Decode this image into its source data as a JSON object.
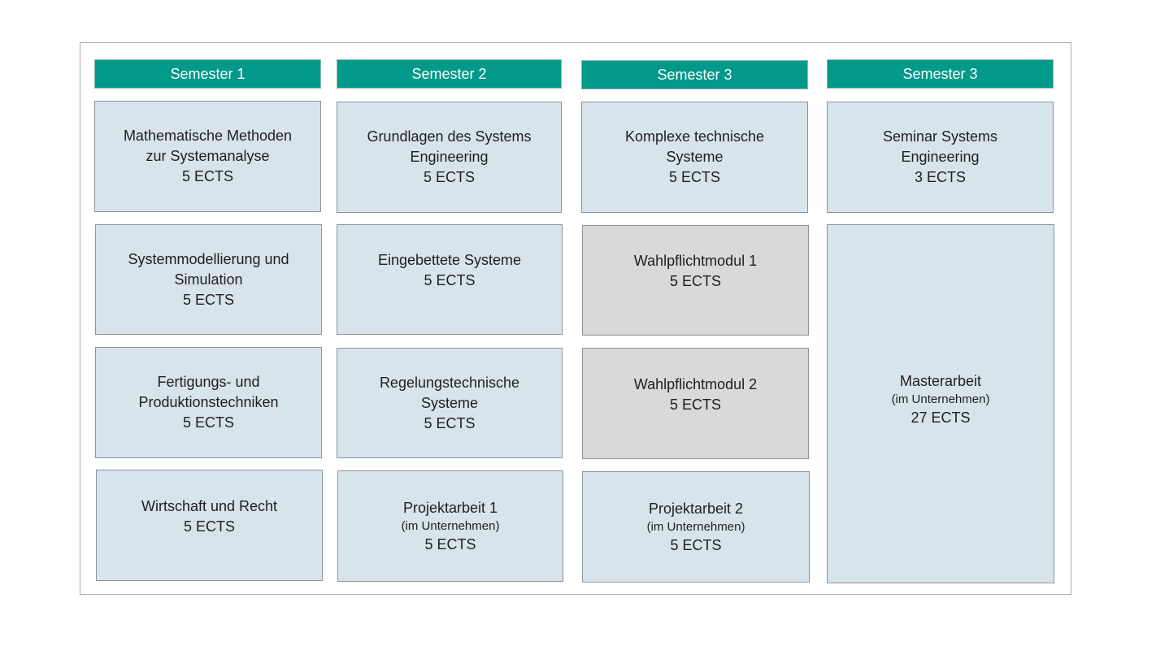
{
  "semesters": [
    {
      "header": "Semester 1",
      "modules": [
        {
          "title": "Mathematische Methoden\nzur Systemanalyse",
          "ects": "5 ECTS"
        },
        {
          "title": "Systemmodellierung und\nSimulation",
          "ects": "5 ECTS"
        },
        {
          "title": "Fertigungs- und\nProduktionstechniken",
          "ects": "5 ECTS"
        },
        {
          "title": "Wirtschaft und Recht",
          "ects": "5 ECTS"
        }
      ]
    },
    {
      "header": "Semester 2",
      "modules": [
        {
          "title": "Grundlagen des Systems\nEngineering",
          "ects": "5 ECTS"
        },
        {
          "title": "Eingebettete Systeme",
          "ects": "5 ECTS"
        },
        {
          "title": "Regelungstechnische\nSysteme",
          "ects": "5 ECTS"
        },
        {
          "title": "Projektarbeit 1",
          "note": "(im Unternehmen)",
          "ects": "5 ECTS"
        }
      ]
    },
    {
      "header": "Semester 3",
      "modules": [
        {
          "title": "Komplexe technische\nSysteme",
          "ects": "5 ECTS"
        },
        {
          "title": "Wahlpflichtmodul 1",
          "ects": "5 ECTS"
        },
        {
          "title": "Wahlpflichtmodul 2",
          "ects": "5 ECTS"
        },
        {
          "title": "Projektarbeit 2",
          "note": "(im Unternehmen)",
          "ects": "5 ECTS"
        }
      ]
    },
    {
      "header": "Semester 3",
      "modules": [
        {
          "title": "Seminar Systems\nEngineering",
          "ects": "3 ECTS"
        },
        {
          "title": "Masterarbeit",
          "note": "(im Unternehmen)",
          "ects": "27 ECTS"
        }
      ]
    }
  ],
  "colors": {
    "header": "#00998a",
    "core_module": "#d8e4ec",
    "elective_module": "#d9d9d9"
  }
}
